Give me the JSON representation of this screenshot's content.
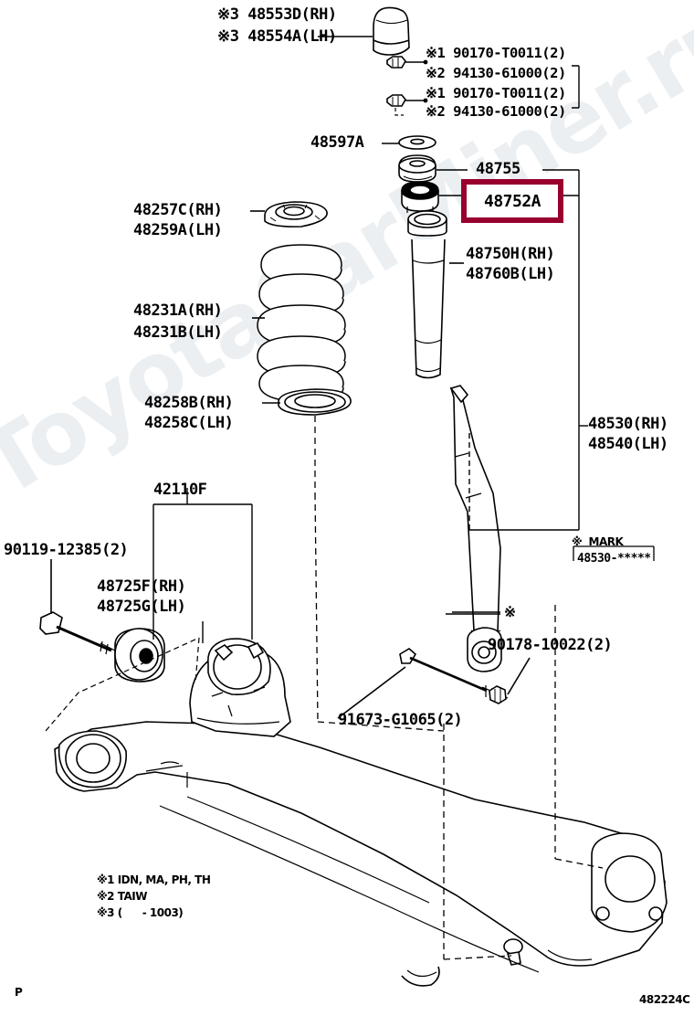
{
  "diagram": {
    "title": "Toyota rear suspension / shock absorber parts diagram",
    "sheet_code": "482224C",
    "page_mark": "P",
    "watermark": "ToyotaCarMiner.ru",
    "highlight_color": "#98002e"
  },
  "highlight": {
    "part": "48752A"
  },
  "labels": {
    "dust_cover_rh": "※3 48553D(RH)",
    "dust_cover_lh": "※3 48554A(LH)",
    "nut_a1": "※1 90170-T0011(2)",
    "nut_a2": "※2 94130-61000(2)",
    "nut_b1": "※1 90170-T0011(2)",
    "nut_b2": "※2 94130-61000(2)",
    "washer": "48597A",
    "bearing": "48755",
    "seat_upper_rh": "48257C(RH)",
    "seat_upper_lh": "48259A(LH)",
    "spring_rh": "48231A(RH)",
    "spring_lh": "48231B(LH)",
    "seat_lower_rh": "48258B(RH)",
    "seat_lower_lh": "48258C(LH)",
    "bumper_rh": "48750H(RH)",
    "bumper_lh": "48760B(LH)",
    "absorber_rh": "48530(RH)",
    "absorber_lh": "48540(LH)",
    "axle_beam": "42110F",
    "bolt_arm": "90119-12385(2)",
    "bush_rh": "48725F(RH)",
    "bush_lh": "48725G(LH)",
    "bolt_lower": "91673-G1065(2)",
    "nut_lower": "90178-10022(2)",
    "mark_header": "※  MARK",
    "mark_value": "48530-*****",
    "asterisk_mark": "※"
  },
  "footnotes": [
    "※1 IDN, MA, PH, TH",
    "※2 TAIW",
    "※3 (      - 1003)"
  ]
}
